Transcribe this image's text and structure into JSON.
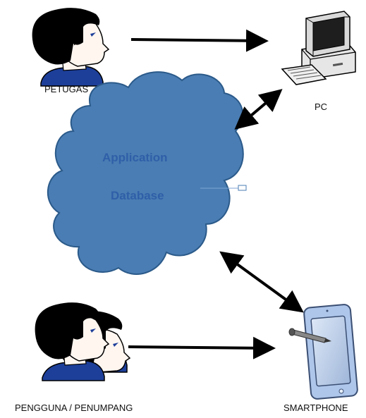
{
  "labels": {
    "petugas": "PETUGAS",
    "pc": "PC",
    "pengguna": "PENGGUNA / PENUMPANG",
    "smartphone": "SMARTPHONE"
  },
  "cloud": {
    "line1": "Application",
    "line2": "Database",
    "fill_color": "#4a7db3",
    "stroke_color": "#2b5a8a"
  },
  "icons": {
    "officer": "person-head-icon",
    "pc": "desktop-computer-icon",
    "users": "two-person-heads-icon",
    "smartphone": "smartphone-stylus-icon"
  },
  "colors": {
    "arrow": "#000000",
    "shirt": "#1d3f9a",
    "hair": "#000000",
    "skin": "#fff6f0",
    "phone_body": "#aec6ea"
  }
}
